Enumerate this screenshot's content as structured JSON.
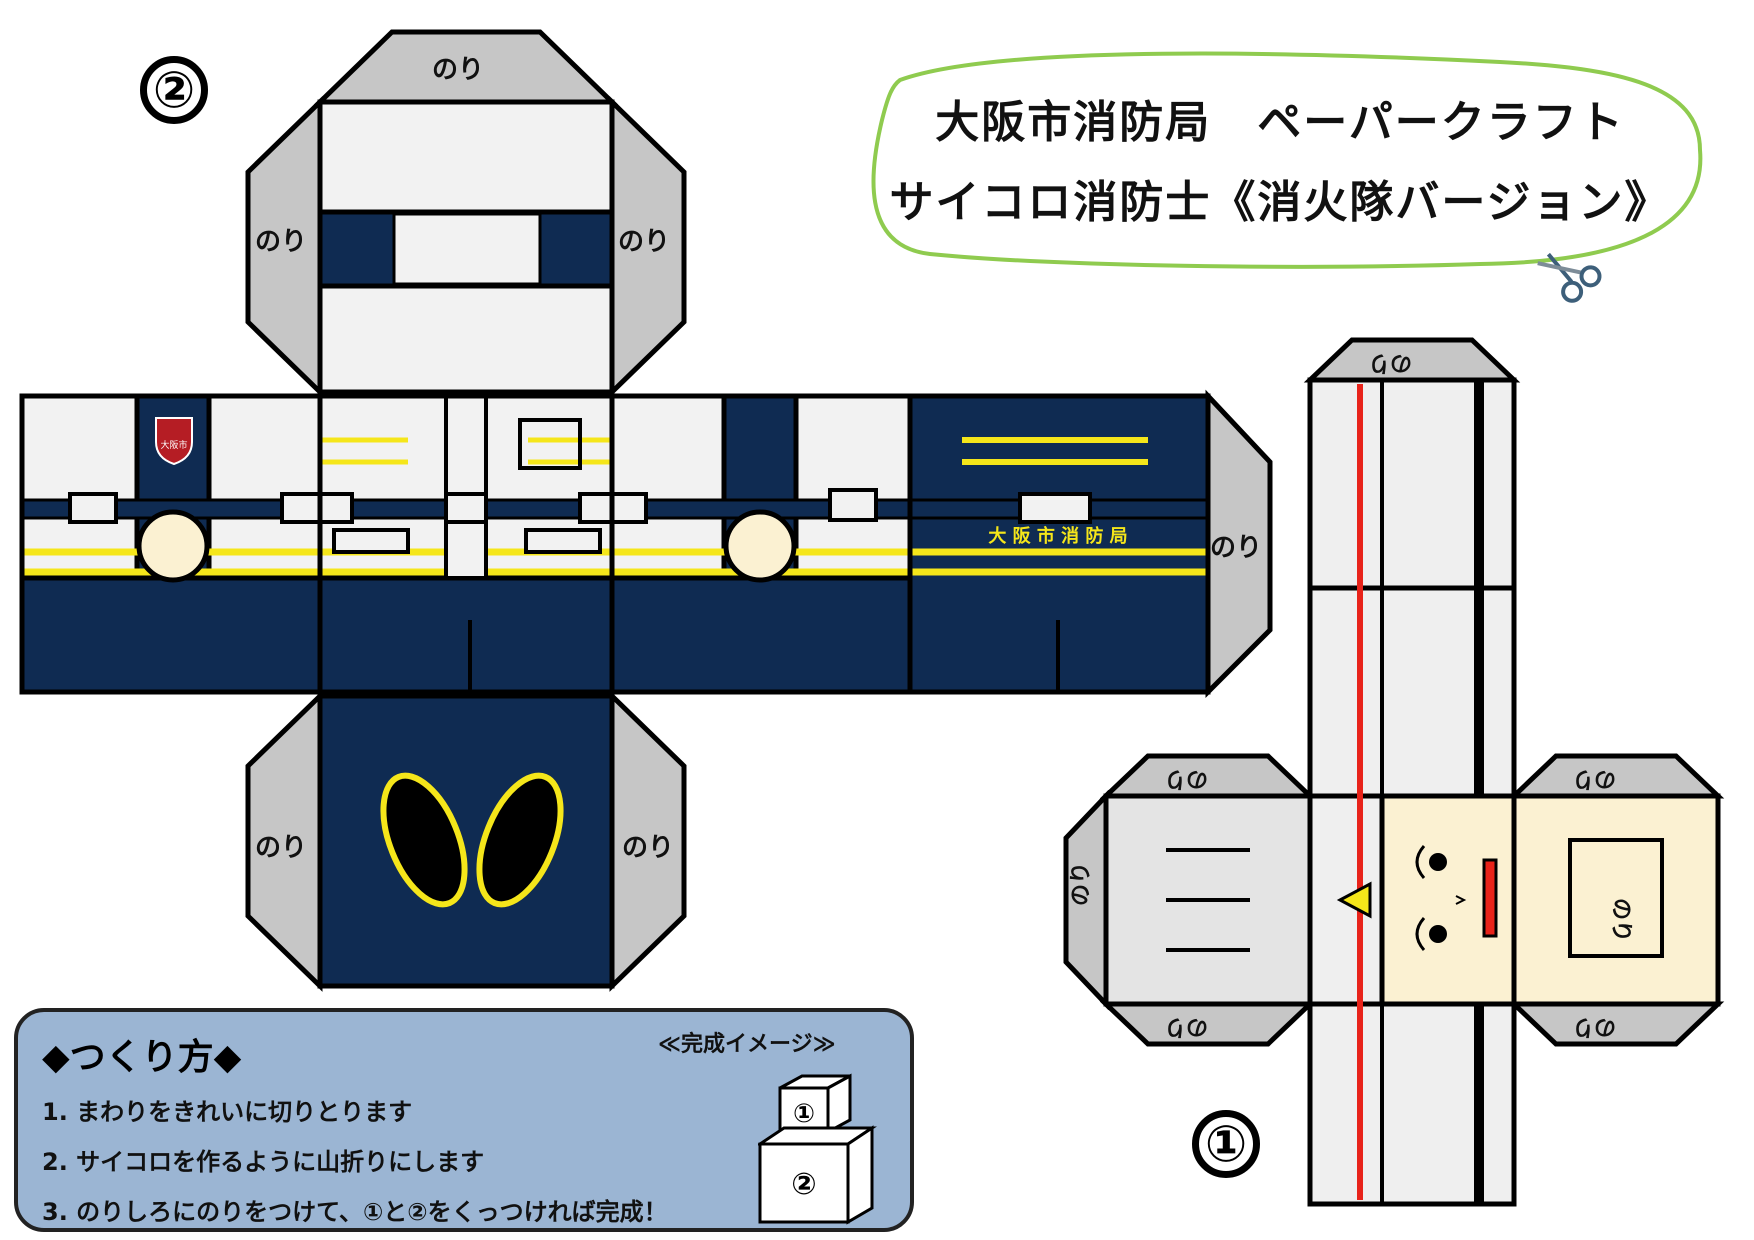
{
  "title": {
    "line1": "大阪市消防局　ペーパークラフト",
    "line2": "サイコロ消防士《消火隊バージョン》"
  },
  "part_labels": {
    "part1": "①",
    "part2": "②"
  },
  "glue_label": "のり",
  "emblem_text": "大阪市",
  "body_text": "大 阪 市 消 防 局",
  "instructions": {
    "heading": "◆つくり方◆",
    "completed_label": "≪完成イメージ≫",
    "steps": [
      "1.  まわりをきれいに切りとります",
      "2.  サイコロを作るように山折りにします",
      "3.  のりしろにのりをつけて、①と②をくっつければ完成！"
    ],
    "cube_top": "①",
    "cube_bottom": "②"
  },
  "colors": {
    "navy": "#0f2b52",
    "glue_gray": "#c6c6c6",
    "light_gray": "#f2f2f2",
    "yellow": "#f5e61a",
    "cream": "#fbf1d2",
    "red": "#e8231a",
    "title_outline": "#8fcb4f",
    "instructions_bg": "#9bb5d3"
  }
}
